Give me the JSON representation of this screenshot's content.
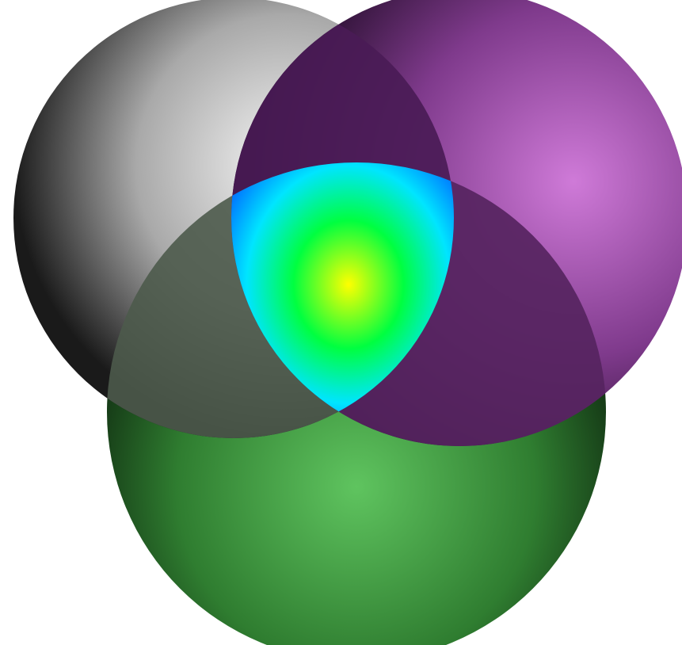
{
  "diagram": {
    "type": "three-sphere-venn",
    "background": "#ffffff",
    "spheres": [
      {
        "name": "sphere-gray",
        "highlight": "#f5f5f5",
        "mid": "#a9a9a9",
        "edge": "#1a1a1a"
      },
      {
        "name": "sphere-purple",
        "highlight": "#cf7ad8",
        "mid": "#7f3a8c",
        "edge": "#1e0a24"
      },
      {
        "name": "sphere-green",
        "highlight": "#5fc45f",
        "mid": "#2f7d30",
        "edge": "#0b1f0c"
      }
    ],
    "overlaps": [
      {
        "between": [
          "sphere-gray",
          "sphere-purple"
        ],
        "fill": "#4a1b56"
      },
      {
        "between": [
          "sphere-gray",
          "sphere-green"
        ],
        "fill": "#4d5a4b"
      },
      {
        "between": [
          "sphere-purple",
          "sphere-green"
        ],
        "fill": "#56245f"
      }
    ],
    "center_region": {
      "gradient_stops": [
        "#ffff00",
        "#00ff40",
        "#00e5ff",
        "#0040ff"
      ]
    }
  }
}
